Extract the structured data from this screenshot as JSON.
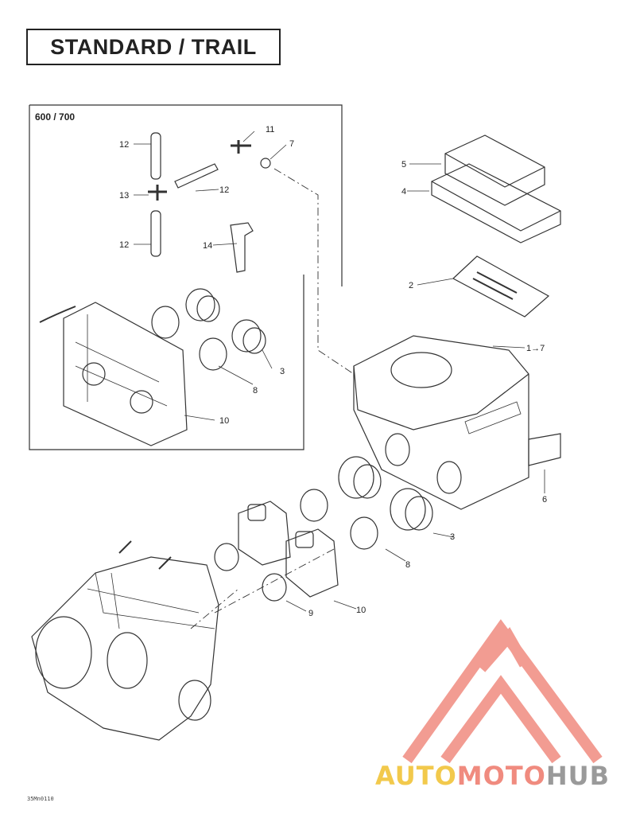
{
  "title": "STANDARD / TRAIL",
  "inset_label": "600 / 700",
  "drawing_code": "35Mn0110",
  "watermark": {
    "word1": "AUTO",
    "word2": "MOTO",
    "word3": "HUB",
    "colors": {
      "yellow": "#f2c94c",
      "salmon": "#f08b7f",
      "gray": "#9a9a9a"
    }
  },
  "callouts": {
    "inset_12a": "12",
    "inset_13": "13",
    "inset_12b": "12",
    "inset_12c": "12",
    "inset_11": "11",
    "inset_7": "7",
    "inset_14": "14",
    "inset_3": "3",
    "inset_8": "8",
    "inset_10": "10",
    "main_5": "5",
    "main_4": "4",
    "main_2": "2",
    "main_1to7": "1→7",
    "main_6": "6",
    "main_3": "3",
    "main_8": "8",
    "main_10": "10",
    "main_9": "9"
  }
}
